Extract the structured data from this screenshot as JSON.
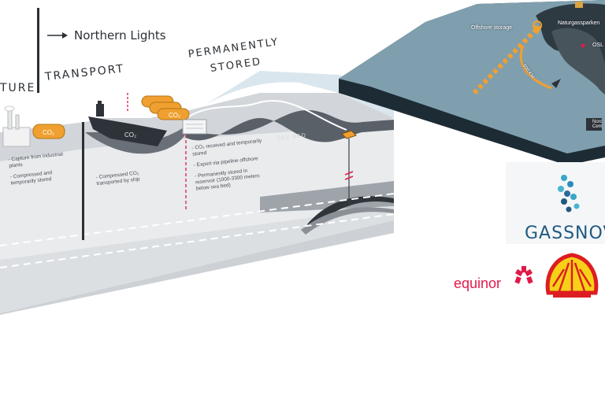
{
  "header": {
    "arrow_icon": "right-arrow-icon",
    "title": "Northern Lights"
  },
  "stages": {
    "capture": "TURE",
    "transport": "TRANSPORT",
    "stored_line1": "PERMANENTLY",
    "stored_line2": "STORED"
  },
  "notes": {
    "capture": [
      "- Capture from industrial plants",
      "- Compressed and temporarily stored"
    ],
    "transport": [
      "- Compressed CO₂ transported by ship"
    ],
    "stored": [
      "- CO₂ received and temporarily stored",
      "- Export via pipeline offshore",
      "- Permanently stored in reservoir (1000-3300 meters below sea bed)"
    ]
  },
  "tank_label": "CO₂",
  "ship_label": "CO₂",
  "sea_bed_label": "SEA BED",
  "map": {
    "offshore_storage": "Offshore storage",
    "gas_plant": "Naturgassparken",
    "oslo": "OSL",
    "distance": "600 KM",
    "cement": "Norc Cem"
  },
  "logos": {
    "gassnova": "GASSNOV",
    "equinor": "equinor",
    "shell": "shell-logo"
  },
  "colors": {
    "accent_red": "#e01a49",
    "gassnova_blue": "#1e5a80",
    "route_orange": "#f0a030",
    "shell_yellow": "#f7d117",
    "shell_red": "#dd1d21"
  }
}
